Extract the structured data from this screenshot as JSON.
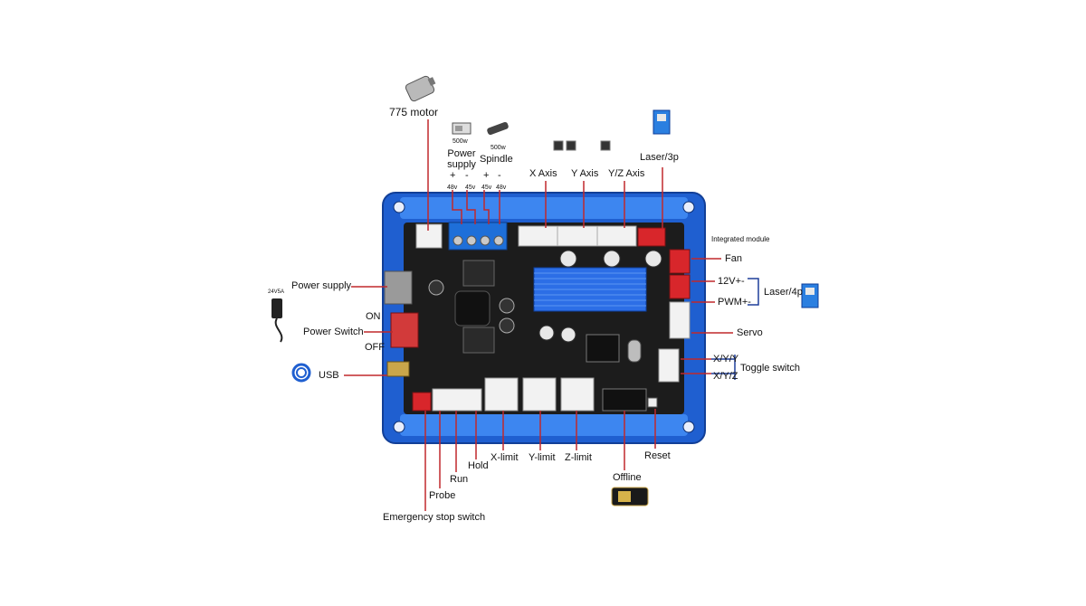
{
  "labels": {
    "motor775": "775 motor",
    "psu_watt": "500w",
    "psu": "Power supply",
    "spindle_watt": "500w",
    "spindle": "Spindle",
    "plus1": "+",
    "minus1": "-",
    "plus2": "+",
    "minus2": "-",
    "v48a": "48v",
    "v45a": "45v",
    "v45b": "45v",
    "v48b": "48v",
    "x_axis": "X Axis",
    "y_axis": "Y Axis",
    "yz_axis": "Y/Z Axis",
    "laser3p": "Laser/3p",
    "integrated": "Integrated module",
    "fan": "Fan",
    "v12": "12V+-",
    "pwm": "PWM+-",
    "laser4p": "Laser/4p",
    "servo": "Servo",
    "xyy": "X/Y/Y",
    "xyz": "X/Y/Z",
    "toggle": "Toggle switch",
    "power_supply_left": "Power supply",
    "on": "ON",
    "power_switch": "Power Switch",
    "off": "OFF",
    "usb": "USB",
    "hold": "Hold",
    "xlimit": "X-limit",
    "ylimit": "Y-limit",
    "zlimit": "Z-limit",
    "reset": "Reset",
    "offline": "Offline",
    "run": "Run",
    "probe": "Probe",
    "estop": "Emergency stop switch",
    "adapter_tag": "24V5A"
  },
  "colors": {
    "board_frame": "#1f5fd0",
    "pcb": "#1c1c1c",
    "heatsink": "#2c6ee6",
    "leader": "#c0282c",
    "connector_white": "#f2f2f2",
    "connector_red": "#d8262b",
    "terminal_blue": "#1e6fd9"
  }
}
